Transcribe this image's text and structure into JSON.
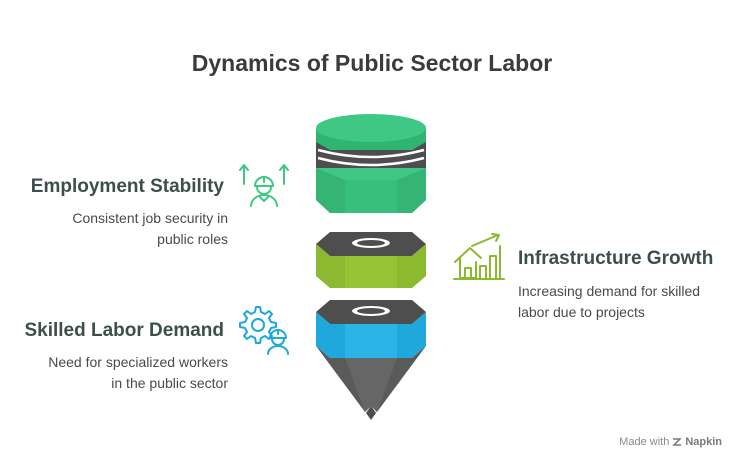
{
  "title": "Dynamics of Public Sector Labor",
  "items": [
    {
      "heading": "Employment Stability",
      "description_lines": [
        "Consistent job security in",
        "public roles"
      ],
      "icon": "worker-arrows-up-icon",
      "color": "#3ec883"
    },
    {
      "heading": "Infrastructure Growth",
      "description_lines": [
        "Increasing demand for skilled",
        "labor due to projects"
      ],
      "icon": "house-growth-chart-icon",
      "color": "#8bb92f"
    },
    {
      "heading": "Skilled Labor Demand",
      "description_lines": [
        "Need for specialized workers",
        "in the public sector"
      ],
      "icon": "gear-worker-icon",
      "color": "#1ea8dc"
    }
  ],
  "footer": {
    "prefix": "Made with",
    "brand": "Napkin"
  }
}
